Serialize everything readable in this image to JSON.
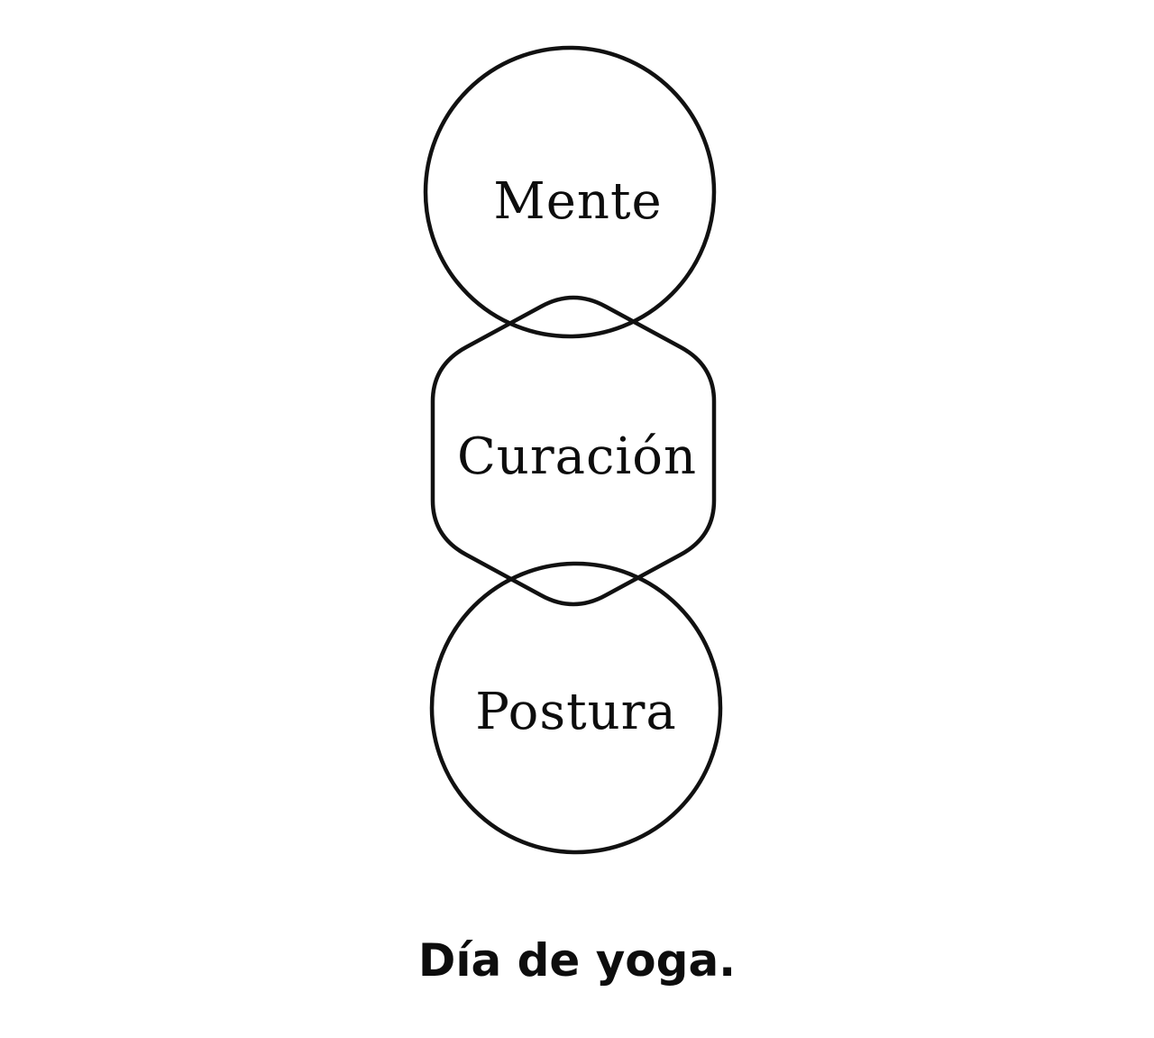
{
  "diagram": {
    "nodes": [
      {
        "id": "mente",
        "label": "Mente",
        "shape": "circle"
      },
      {
        "id": "curacion",
        "label": "Curación",
        "shape": "rounded-hexagon"
      },
      {
        "id": "postura",
        "label": "Postura",
        "shape": "circle"
      }
    ],
    "caption": "Día de yoga.",
    "colors": {
      "stroke": "#111111",
      "text": "#0d0d0d",
      "background": "#ffffff"
    }
  }
}
